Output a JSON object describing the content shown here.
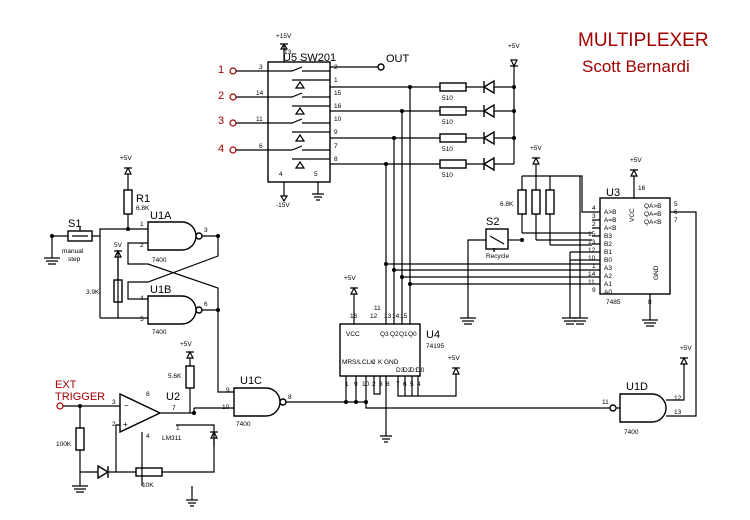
{
  "title": "MULTIPLEXER",
  "author": "Scott Bernardi",
  "colors": {
    "wire": "#000000",
    "input_label": "#a00000",
    "background": "#ffffff"
  },
  "inputs": [
    "1",
    "2",
    "3",
    "4"
  ],
  "out_label": "OUT",
  "ext_trigger": [
    "EXT",
    "TRIGGER"
  ],
  "supply": {
    "pos": "+5V",
    "pos15": "+15V",
    "neg15": "-15V"
  },
  "u5": {
    "name": "U5",
    "part": "SW201",
    "pins_left": [
      "3",
      "14",
      "11",
      "6"
    ],
    "pins_right": [
      "2",
      "1",
      "15",
      "16",
      "10",
      "9",
      "7",
      "8"
    ],
    "pin_top": "13",
    "pin_bot": [
      "4",
      "5"
    ]
  },
  "led_res": [
    "510",
    "510",
    "510",
    "510"
  ],
  "r1": {
    "name": "R1",
    "value": "6.8K"
  },
  "s1": {
    "name": "S1",
    "label": [
      "manual",
      "step"
    ]
  },
  "s2": {
    "name": "S2",
    "label": "Recycle"
  },
  "sv": "5V",
  "r_39": "3.9K",
  "r_68_top": "6.8K",
  "r_56": "5.6K",
  "r_100": "100K",
  "r_10": "10K",
  "u1a": {
    "name": "U1A",
    "part": "7400",
    "pins": [
      "1",
      "2",
      "3"
    ]
  },
  "u1b": {
    "name": "U1B",
    "part": "7400",
    "pins": [
      "4",
      "5",
      "6"
    ]
  },
  "u1c": {
    "name": "U1C",
    "part": "7400",
    "pins": [
      "9",
      "10",
      "8"
    ]
  },
  "u1d": {
    "name": "U1D",
    "part": "7400",
    "pins": [
      "12",
      "13",
      "11"
    ]
  },
  "u2": {
    "name": "U2",
    "part": "LM311",
    "pins": [
      "3",
      "2",
      "7",
      "4",
      "8",
      "1"
    ]
  },
  "u3": {
    "name": "U3",
    "part": "7485",
    "top_pins": [
      "16"
    ],
    "bot_pin": "8",
    "left_labels": [
      "A>B",
      "A=B",
      "A<B",
      "B3",
      "B2",
      "B1",
      "B0",
      "A3",
      "A2",
      "A1",
      "A0"
    ],
    "left_pins": [
      "4",
      "3",
      "2",
      "15",
      "13",
      "12",
      "10",
      "1",
      "14",
      "11",
      "9"
    ],
    "right_labels": [
      "VCC",
      "QA>B",
      "QA=B",
      "QA<B",
      "GND"
    ],
    "right_pins": [
      "5",
      "6",
      "7"
    ]
  },
  "u4": {
    "name": "U4",
    "part": "74195",
    "top_pins": [
      "16",
      "12",
      "13",
      "14",
      "15",
      "11"
    ],
    "top_labels": [
      "VCC",
      "Q3",
      "Q2",
      "Q1",
      "Q0"
    ],
    "bot_labels": [
      "MR",
      "S/L",
      "CLK",
      "J",
      "K",
      "GND",
      "D3",
      "D2",
      "D1",
      "D0"
    ],
    "bot_pins": [
      "1",
      "9",
      "10",
      "2",
      "3",
      "8",
      "7",
      "6",
      "5",
      "4"
    ]
  }
}
